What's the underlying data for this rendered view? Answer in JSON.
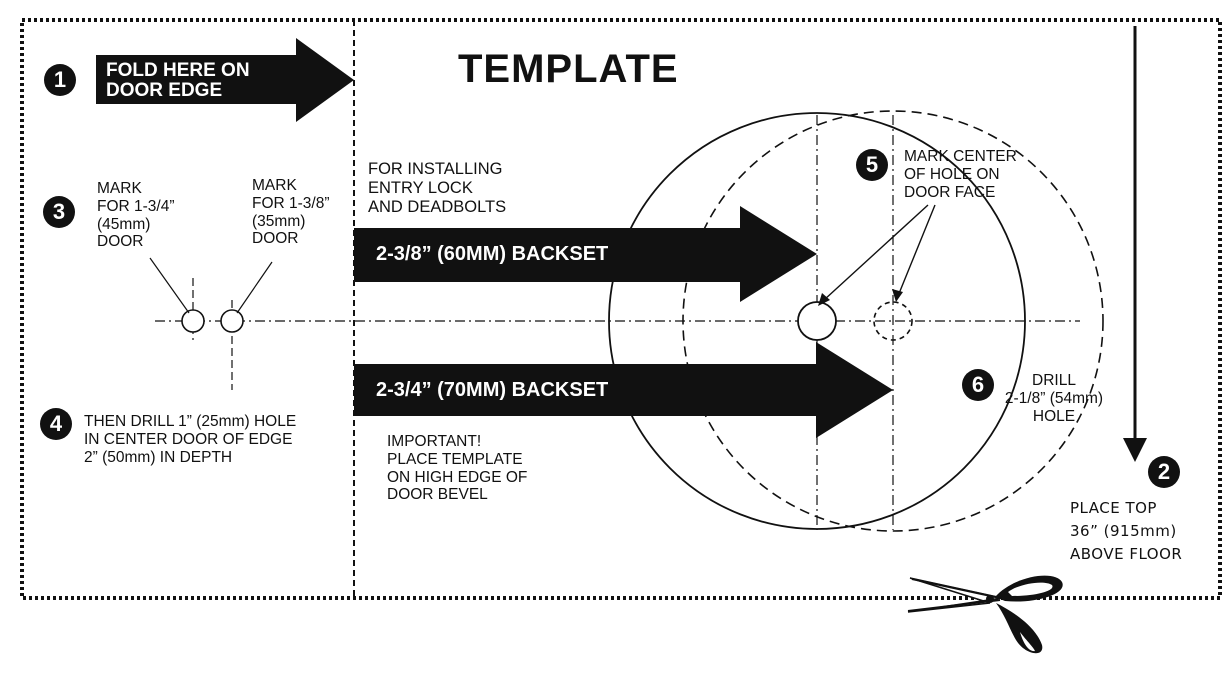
{
  "title": "TEMPLATE",
  "steps": {
    "s1": "1",
    "s2": "2",
    "s3": "3",
    "s4": "4",
    "s5": "5",
    "s6": "6"
  },
  "fold_label": "FOLD HERE ON\nDOOR EDGE",
  "mark_45": "MARK\nFOR 1-3/4”\n(45mm)\nDOOR",
  "mark_35": "MARK\nFOR 1-3/8”\n(35mm)\nDOOR",
  "drill_edge": "THEN DRILL 1” (25mm) HOLE\nIN CENTER DOOR OF EDGE\n2” (50mm) IN DEPTH",
  "for_installing": "FOR INSTALLING\nENTRY LOCK\nAND DEADBOLTS",
  "backset_60": "2-3/8” (60MM) BACKSET",
  "backset_70": "2-3/4” (70MM)  BACKSET",
  "important": "IMPORTANT!\nPLACE TEMPLATE\nON HIGH EDGE OF\nDOOR BEVEL",
  "mark_center": "MARK CENTER\nOF HOLE ON\nDOOR FACE",
  "drill_face": "DRILL\n2-1/8” (54mm)\nHOLE",
  "place_top": "PLACE TOP\n36” (915mm)\nABOVE FLOOR",
  "icons": {
    "scissors": "scissors-icon"
  },
  "colors": {
    "ink": "#111111",
    "paper": "#ffffff"
  }
}
